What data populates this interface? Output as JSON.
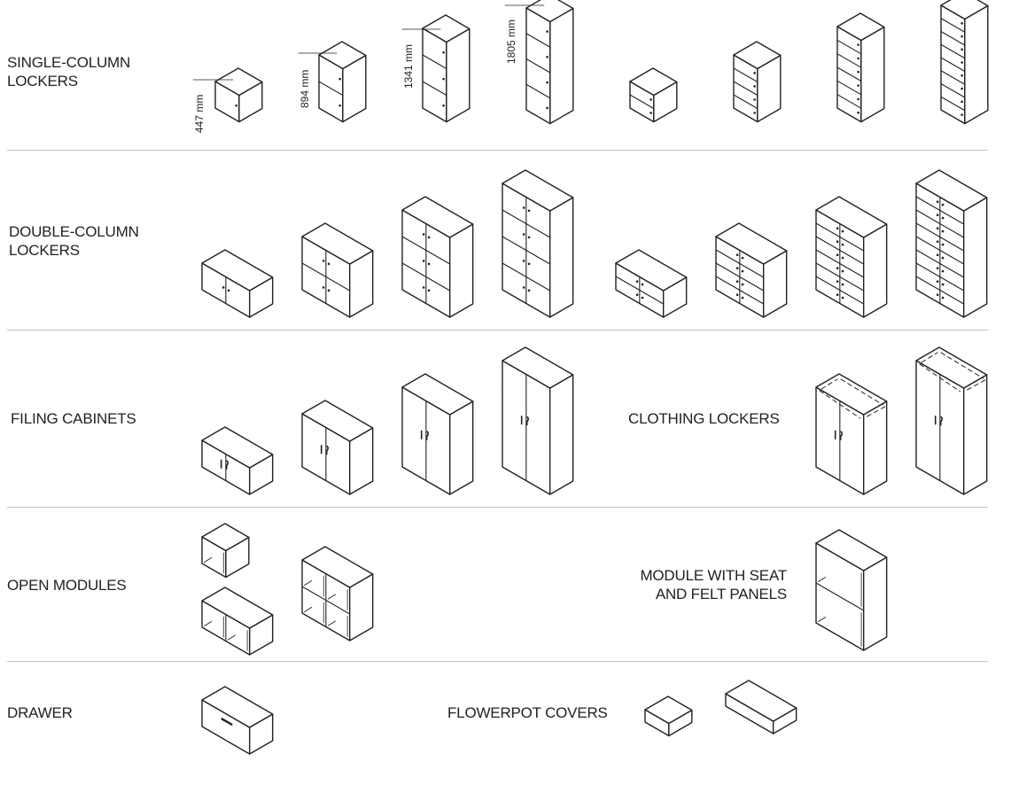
{
  "colors": {
    "divider": "#b9c5cb",
    "line": "#222222",
    "text": "#222222"
  },
  "rows": [
    {
      "id": "single",
      "label_lines": [
        "SINGLE-COLUMN",
        "LOCKERS"
      ]
    },
    {
      "id": "double",
      "label_lines": [
        "DOUBLE-COLUMN",
        "LOCKERS"
      ]
    },
    {
      "id": "filing",
      "label_lines": [
        "FILING CABINETS"
      ]
    },
    {
      "id": "clothing",
      "label_lines": [
        "CLOTHING LOCKERS"
      ]
    },
    {
      "id": "open",
      "label_lines": [
        "OPEN MODULES"
      ]
    },
    {
      "id": "seat",
      "label_lines": [
        "MODULE WITH SEAT",
        "AND FELT PANELS"
      ]
    },
    {
      "id": "drawer",
      "label_lines": [
        "DRAWER"
      ]
    },
    {
      "id": "flowerpot",
      "label_lines": [
        "FLOWERPOT COVERS"
      ]
    }
  ],
  "dimensions": [
    "447 mm",
    "894 mm",
    "1341 mm",
    "1805 mm"
  ]
}
